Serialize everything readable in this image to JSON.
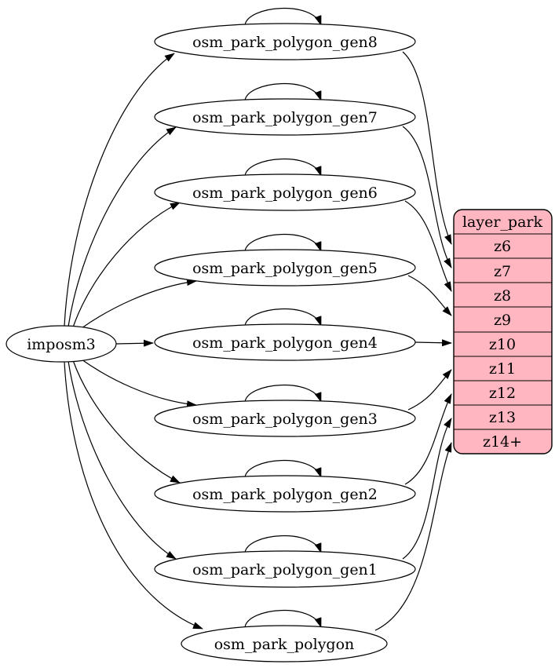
{
  "diagram": {
    "type": "flow-graph",
    "source": "imposm3",
    "tables": [
      "osm_park_polygon_gen8",
      "osm_park_polygon_gen7",
      "osm_park_polygon_gen6",
      "osm_park_polygon_gen5",
      "osm_park_polygon_gen4",
      "osm_park_polygon_gen3",
      "osm_park_polygon_gen2",
      "osm_park_polygon_gen1",
      "osm_park_polygon"
    ],
    "layer": {
      "header": "layer_park",
      "rows": [
        "z6",
        "z7",
        "z8",
        "z9",
        "z10",
        "z11",
        "z12",
        "z13",
        "z14+"
      ]
    },
    "edges": {
      "from_source": [
        {
          "from": "imposm3",
          "to": "osm_park_polygon_gen8"
        },
        {
          "from": "imposm3",
          "to": "osm_park_polygon_gen7"
        },
        {
          "from": "imposm3",
          "to": "osm_park_polygon_gen6"
        },
        {
          "from": "imposm3",
          "to": "osm_park_polygon_gen5"
        },
        {
          "from": "imposm3",
          "to": "osm_park_polygon_gen4"
        },
        {
          "from": "imposm3",
          "to": "osm_park_polygon_gen3"
        },
        {
          "from": "imposm3",
          "to": "osm_park_polygon_gen2"
        },
        {
          "from": "imposm3",
          "to": "osm_park_polygon_gen1"
        },
        {
          "from": "imposm3",
          "to": "osm_park_polygon"
        }
      ],
      "self_loops": [
        "osm_park_polygon_gen8",
        "osm_park_polygon_gen7",
        "osm_park_polygon_gen6",
        "osm_park_polygon_gen5",
        "osm_park_polygon_gen4",
        "osm_park_polygon_gen3",
        "osm_park_polygon_gen2",
        "osm_park_polygon_gen1",
        "osm_park_polygon"
      ],
      "to_layer": [
        {
          "from": "osm_park_polygon_gen8",
          "row": "z6"
        },
        {
          "from": "osm_park_polygon_gen7",
          "row": "z7"
        },
        {
          "from": "osm_park_polygon_gen6",
          "row": "z8"
        },
        {
          "from": "osm_park_polygon_gen5",
          "row": "z9"
        },
        {
          "from": "osm_park_polygon_gen4",
          "row": "z10"
        },
        {
          "from": "osm_park_polygon_gen3",
          "row": "z11"
        },
        {
          "from": "osm_park_polygon_gen2",
          "row": "z12"
        },
        {
          "from": "osm_park_polygon_gen1",
          "row": "z13"
        },
        {
          "from": "osm_park_polygon",
          "row": "z14+"
        }
      ]
    },
    "colors": {
      "layer_fill": "#ffb6c1",
      "node_fill": "#ffffff",
      "stroke": "#000000"
    }
  }
}
